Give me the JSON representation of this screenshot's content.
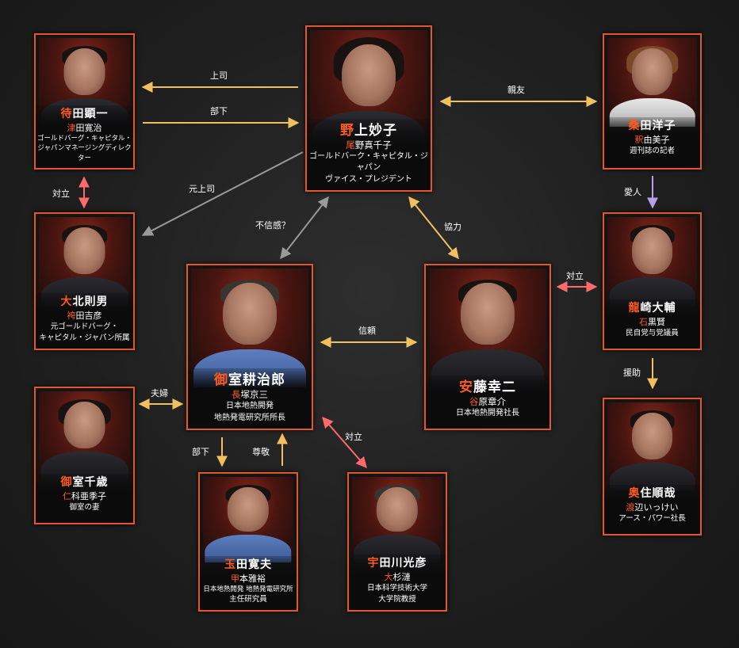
{
  "people": {
    "noue": {
      "name_first": "野",
      "name_rest": "上妙子",
      "actor_first": "尾",
      "actor_rest": "野真千子",
      "role1": "ゴールドバーク・キャピタル・ジャパン",
      "role2": "ヴァイス・プレジデント"
    },
    "machida": {
      "name_first": "待",
      "name_rest": "田顕一",
      "actor_first": "津",
      "actor_rest": "田寛治",
      "role1": "ゴールドバーグ・キャピタル・",
      "role2": "ジャパンマネージングディレクター"
    },
    "kuwata": {
      "name_first": "桑",
      "name_rest": "田洋子",
      "actor_first": "釈",
      "actor_rest": "由美子",
      "role1": "週刊誌の記者",
      "role2": ""
    },
    "okita": {
      "name_first": "大",
      "name_rest": "北則男",
      "actor_first": "袴",
      "actor_rest": "田吉彦",
      "role1": "元ゴールドバーグ・",
      "role2": "キャピタル・ジャパン所属"
    },
    "mimuro": {
      "name_first": "御",
      "name_rest": "室耕治郎",
      "actor_first": "長",
      "actor_rest": "塚京三",
      "role1": "日本地熱開発",
      "role2": "地熱発電研究所所長"
    },
    "ando": {
      "name_first": "安",
      "name_rest": "藤幸二",
      "actor_first": "谷",
      "actor_rest": "原章介",
      "role1": "日本地熱開発社長",
      "role2": ""
    },
    "ryuzaki": {
      "name_first": "龍",
      "name_rest": "崎大輔",
      "actor_first": "石",
      "actor_rest": "黒賢",
      "role1": "民自党与党議員",
      "role2": ""
    },
    "chitose": {
      "name_first": "御",
      "name_rest": "室千歳",
      "actor_first": "仁",
      "actor_rest": "科亜季子",
      "role1": "御室の妻",
      "role2": ""
    },
    "tamada": {
      "name_first": "玉",
      "name_rest": "田寛夫",
      "actor_first": "甲",
      "actor_rest": "本雅裕",
      "role1": "日本地熱開発 地熱発電研究所",
      "role2": "主任研究員"
    },
    "utagawa": {
      "name_first": "宇",
      "name_rest": "田川光彦",
      "actor_first": "大",
      "actor_rest": "杉漣",
      "role1": "日本科学技術大学",
      "role2": "大学院教授"
    },
    "okusumi": {
      "name_first": "奥",
      "name_rest": "住順哉",
      "actor_first": "渡",
      "actor_rest": "辺いっけい",
      "role1": "アース・パワー社長",
      "role2": ""
    }
  },
  "relations": {
    "joushi": "上司",
    "buka_top": "部下",
    "shinyu": "親友",
    "moto_joushi": "元上司",
    "tairitsu_left": "対立",
    "aijin": "愛人",
    "fushinkan": "不信感？",
    "kyoryoku": "協力",
    "tairitsu_right": "対立",
    "shinrai": "信頼",
    "enjo": "援助",
    "fuufu": "夫婦",
    "buka_bottom": "部下",
    "sonkei": "尊敬",
    "tairitsu_bottom": "対立"
  },
  "colors": {
    "border": "#e4572b",
    "gold": "#f0c060",
    "gray": "#9a9a9a",
    "red": "#ff6a6a",
    "purple": "#b9a0e6",
    "accent": "#ff5a1f"
  }
}
